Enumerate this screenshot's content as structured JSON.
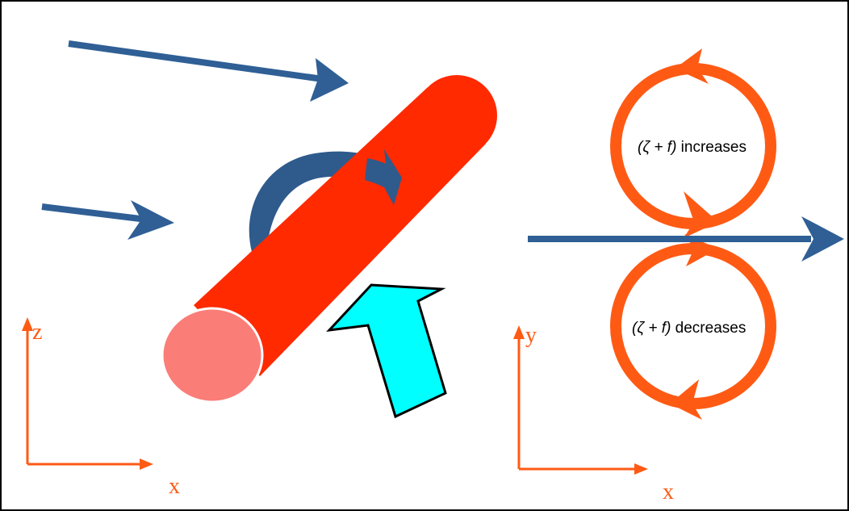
{
  "diagram": {
    "left_axes": {
      "vertical_label": "z",
      "horizontal_label": "x"
    },
    "right_axes": {
      "vertical_label": "y",
      "horizontal_label": "x"
    },
    "upper_circulation": {
      "label_italic": "(ζ + f)",
      "label_text": " increases"
    },
    "lower_circulation": {
      "label_italic": "(ζ + f)",
      "label_text": " decreases"
    }
  },
  "colors": {
    "tube": "#ff2a00",
    "tube_end": "#fa7d78",
    "flow_arrow": "#2f5f95",
    "rotation_arrow": "#2f5a8c",
    "uplift_arrow": "#00ffff",
    "circulation": "#ff5a14",
    "axes": "#ff5a14",
    "frame": "#000000"
  },
  "icons": {
    "flow": "arrow-right",
    "rotation": "curved-arrow",
    "uplift": "block-arrow-up",
    "circulation": "circular-arrow"
  }
}
